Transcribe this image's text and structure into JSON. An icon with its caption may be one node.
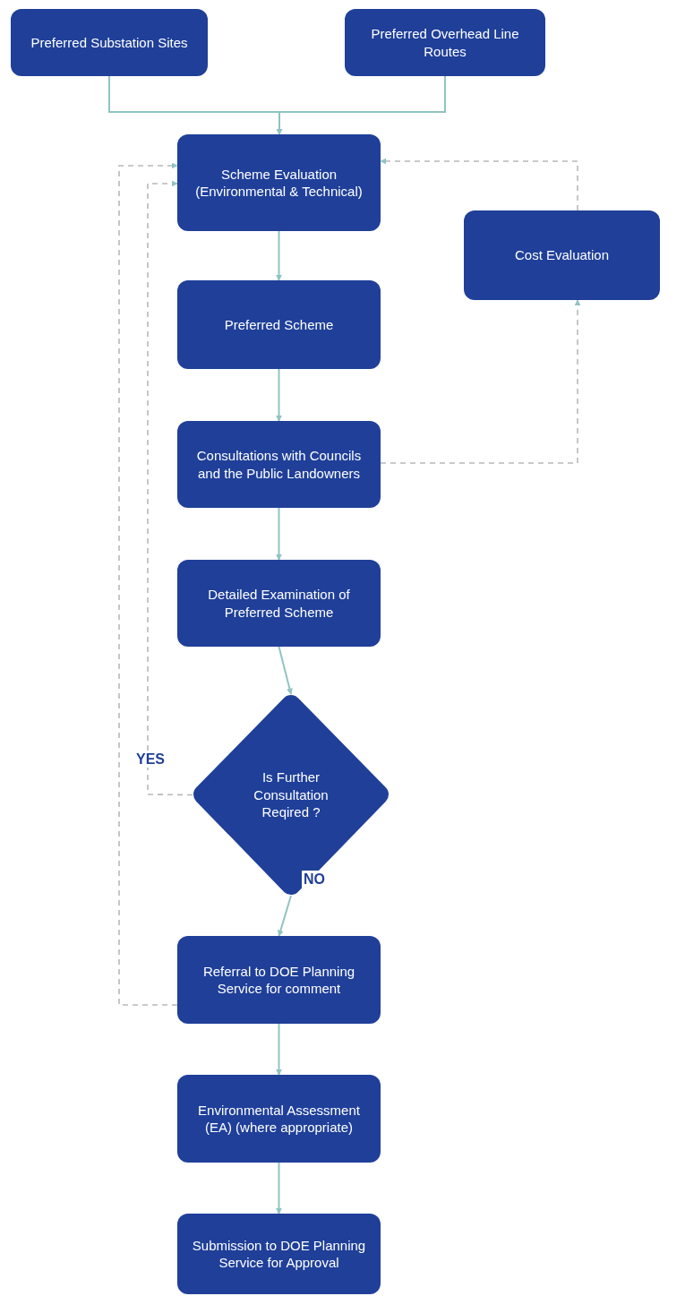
{
  "diagram": {
    "nodes": [
      {
        "text": [
          "Preferred Substation Sites"
        ]
      },
      {
        "text": [
          "Preferred Overhead Line Routes"
        ]
      },
      {
        "text": [
          "Scheme Evaluation (Environmental & Technical)"
        ]
      },
      {
        "text": [
          "Cost Evaluation"
        ]
      },
      {
        "text": [
          "Preferred Scheme"
        ]
      },
      {
        "text": [
          "Consultations with Councils and the Public Landowners"
        ]
      },
      {
        "text": [
          "Detailed Examination of Preferred Scheme"
        ]
      },
      {
        "text": [
          "Is Further Consultation Reqired ?"
        ]
      },
      {
        "text": [
          "Referral to DOE Planning Service for comment"
        ]
      },
      {
        "text": [
          "Environmental Assessment (EA) (where appropriate)"
        ]
      },
      {
        "text": [
          "Submission to DOE Planning Service for Approval"
        ]
      }
    ],
    "edges": [
      {
        "from": 0,
        "to": 2,
        "arrow": "to"
      },
      {
        "from": 1,
        "to": 2,
        "arrow": "to"
      },
      {
        "from": 2,
        "to": 4,
        "arrow": "to"
      },
      {
        "from": 4,
        "to": 5,
        "arrow": "to"
      },
      {
        "from": 5,
        "to": 6,
        "arrow": "to"
      },
      {
        "from": 6,
        "to": 7,
        "arrow": "to"
      },
      {
        "from": 7,
        "to": 8,
        "arrow": "to",
        "label": "NO"
      },
      {
        "from": 8,
        "to": 9,
        "arrow": "to"
      },
      {
        "from": 9,
        "to": 10,
        "arrow": "to"
      },
      {
        "from": 5,
        "to": 3,
        "arrow": "to",
        "style": "dashed",
        "color": "#b8b8b8"
      },
      {
        "from": 3,
        "to": 2,
        "arrow": "to",
        "style": "dashed",
        "color": "#b8b8b8"
      },
      {
        "from": 7,
        "to": 2,
        "arrow": "to",
        "label": "YES",
        "style": "dashed",
        "color": "#b8b8b8"
      },
      {
        "from": 8,
        "to": 2,
        "arrow": "to",
        "style": "dashed",
        "color": "#b8b8b8"
      }
    ]
  }
}
